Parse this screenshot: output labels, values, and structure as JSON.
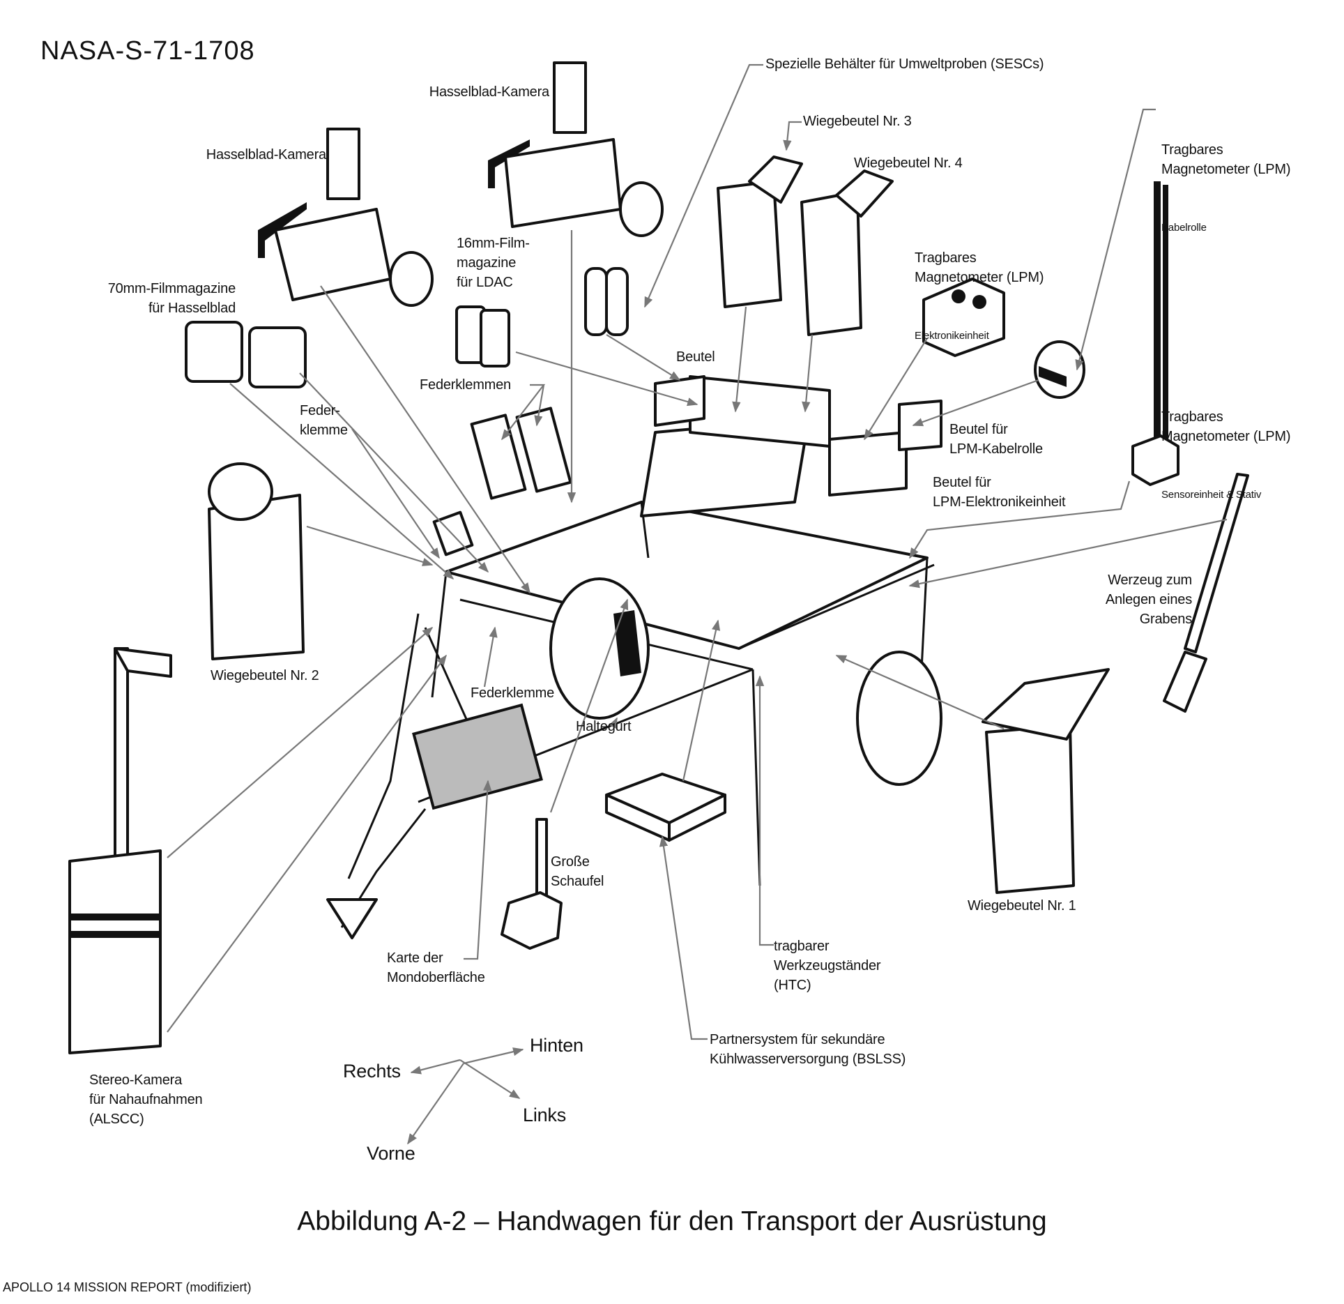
{
  "document": {
    "id": "NASA-S-71-1708",
    "caption": "Abbildung A-2 – Handwagen für den Transport der Ausrüstung",
    "footer": "APOLLO 14 MISSION REPORT (modifiziert)"
  },
  "labels": {
    "hasselblad_left": "Hasselblad-Kamera",
    "hasselblad_top": "Hasselblad-Kamera",
    "film_16mm": "16mm-Film-\nmagazine\nfür LDAC",
    "film_70mm": "70mm-Filmmagazine\nfür Hasselblad",
    "sescs": "Spezielle Behälter für Umweltproben (SESCs)",
    "bag3": "Wiegebeutel Nr. 3",
    "bag4": "Wiegebeutel Nr. 4",
    "lpm_cable_title": "Tragbares\nMagnetometer (LPM)",
    "lpm_cable_sub": "Kabelrolle",
    "lpm_elec_title": "Tragbares\nMagnetometer (LPM)",
    "lpm_elec_sub": "Elektronikeinheit",
    "lpm_sensor_title": "Tragbares\nMagnetometer (LPM)",
    "lpm_sensor_sub": "Sensoreinheit & Stativ",
    "beutel": "Beutel",
    "federklemmen": "Federklemmen",
    "feder_klemme": "Feder-\nklemme",
    "bag_lpm_cable": "Beutel für\nLPM-Kabelrolle",
    "bag_lpm_elec": "Beutel für\nLPM-Elektronikeinheit",
    "bag2": "Wiegebeutel Nr. 2",
    "federklemme": "Federklemme",
    "haltegurt": "Haltegurt",
    "trench_tool": "Werzeug zum\nAnlegen eines\nGrabens",
    "shovel": "Große\nSchaufel",
    "map": "Karte der\nMondoberfläche",
    "htc": "tragbarer\nWerkzeugständer\n(HTC)",
    "bag1": "Wiegebeutel Nr. 1",
    "bslss": "Partnersystem für sekundäre\nKühlwasserversorgung (BSLSS)",
    "alscc": "Stereo-Kamera\nfür Nahaufnahmen\n(ALSCC)"
  },
  "orientation": {
    "back": "Hinten",
    "right": "Rechts",
    "left": "Links",
    "front": "Vorne"
  }
}
